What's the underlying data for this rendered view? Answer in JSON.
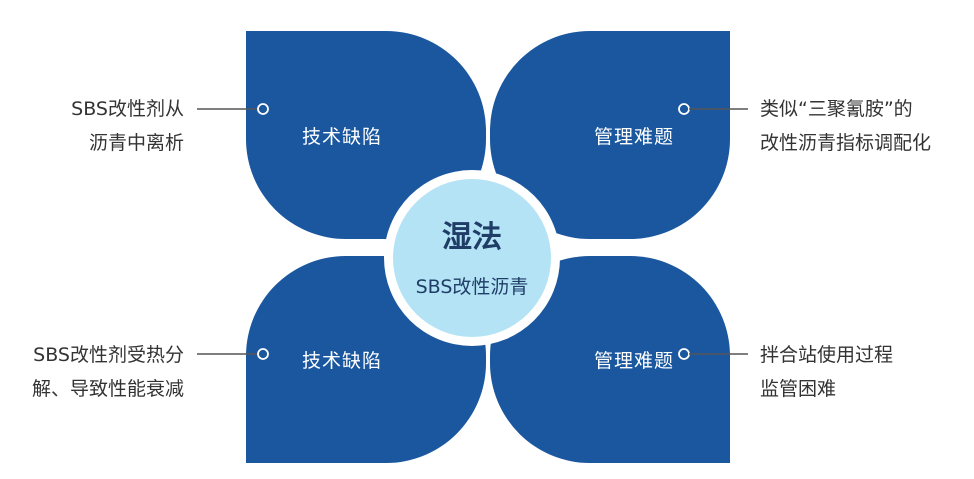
{
  "center": {
    "title": "湿法",
    "subtitle": "SBS改性沥青"
  },
  "quadrants": [
    {
      "label": "技术缺陷",
      "note_lines": [
        "SBS改性剂从",
        "沥青中离析"
      ]
    },
    {
      "label": "管理难题",
      "note_lines": [
        "类似“三聚氰胺”的",
        "改性沥青指标调配化"
      ]
    },
    {
      "label": "技术缺陷",
      "note_lines": [
        "SBS改性剂受热分",
        "解、导致性能衰减"
      ]
    },
    {
      "label": "管理难题",
      "note_lines": [
        "拌合站使用过程",
        "监管困难"
      ]
    }
  ],
  "colors": {
    "petal": "#1a579f",
    "center": "#b3e3f5",
    "text": "#333333",
    "line": "#555555"
  }
}
